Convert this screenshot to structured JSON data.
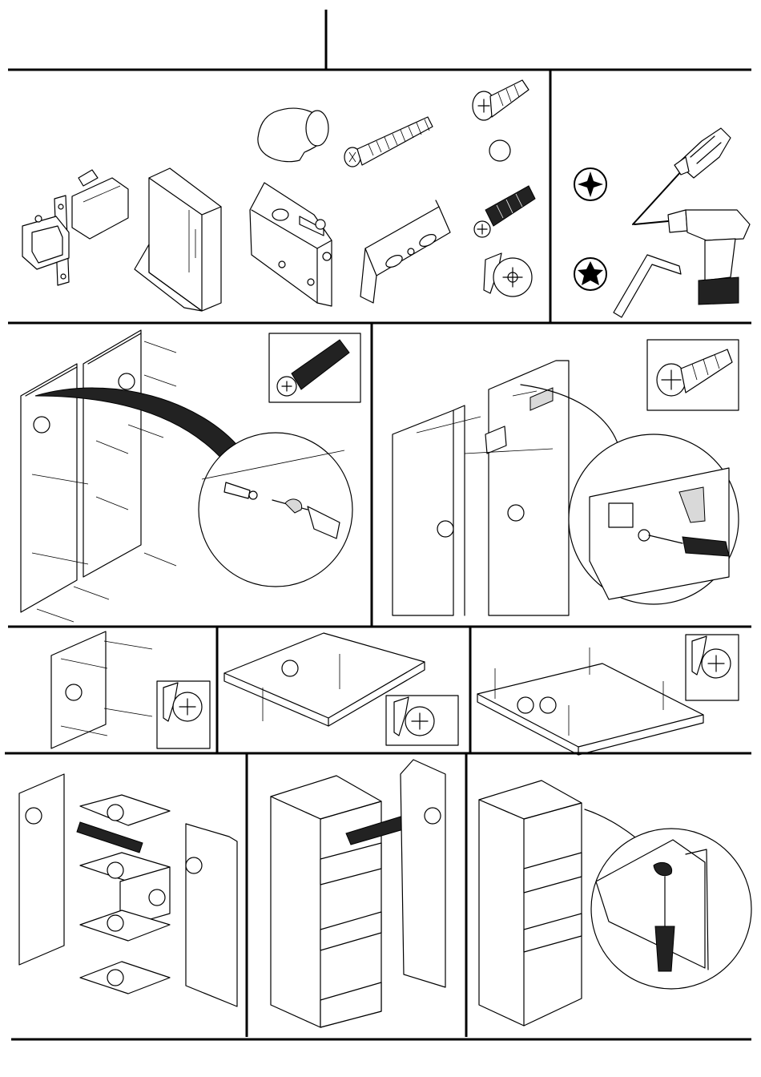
{
  "page": {
    "title": "",
    "background": "#ffffff",
    "line_color": "#000000"
  },
  "parts": [
    {
      "id": "hinge",
      "icon": "hinge-icon"
    },
    {
      "id": "shelf-bracket",
      "icon": "bracket-icon"
    },
    {
      "id": "hanging-fitting",
      "icon": "hanging-fitting-icon"
    },
    {
      "id": "knob",
      "icon": "knob-icon"
    },
    {
      "id": "bolt",
      "icon": "bolt-icon"
    },
    {
      "id": "mounting-rail",
      "icon": "mounting-rail-icon"
    },
    {
      "id": "wood-screw",
      "icon": "screw-icon"
    },
    {
      "id": "cover-cap",
      "icon": "cap-icon"
    },
    {
      "id": "dowel-screw",
      "icon": "dowel-screw-icon"
    },
    {
      "id": "cam-lock",
      "icon": "cam-lock-icon"
    }
  ],
  "tools": [
    {
      "id": "phillips",
      "icon": "phillips-bit-icon"
    },
    {
      "id": "screwdriver",
      "icon": "screwdriver-icon"
    },
    {
      "id": "drill",
      "icon": "drill-icon"
    },
    {
      "id": "torx",
      "icon": "torx-bit-icon"
    },
    {
      "id": "hex-key",
      "icon": "hex-key-icon"
    }
  ],
  "steps": [
    {
      "id": 1,
      "part": "dowel-screw"
    },
    {
      "id": 2,
      "part": "wood-screw"
    },
    {
      "id": 3,
      "part": "cam-lock"
    },
    {
      "id": 4,
      "part": "cam-lock"
    },
    {
      "id": 5,
      "part": "cam-lock"
    },
    {
      "id": 6,
      "part": "shelves"
    },
    {
      "id": 7,
      "part": "side-panel"
    },
    {
      "id": 8,
      "part": "cam-lock"
    }
  ]
}
